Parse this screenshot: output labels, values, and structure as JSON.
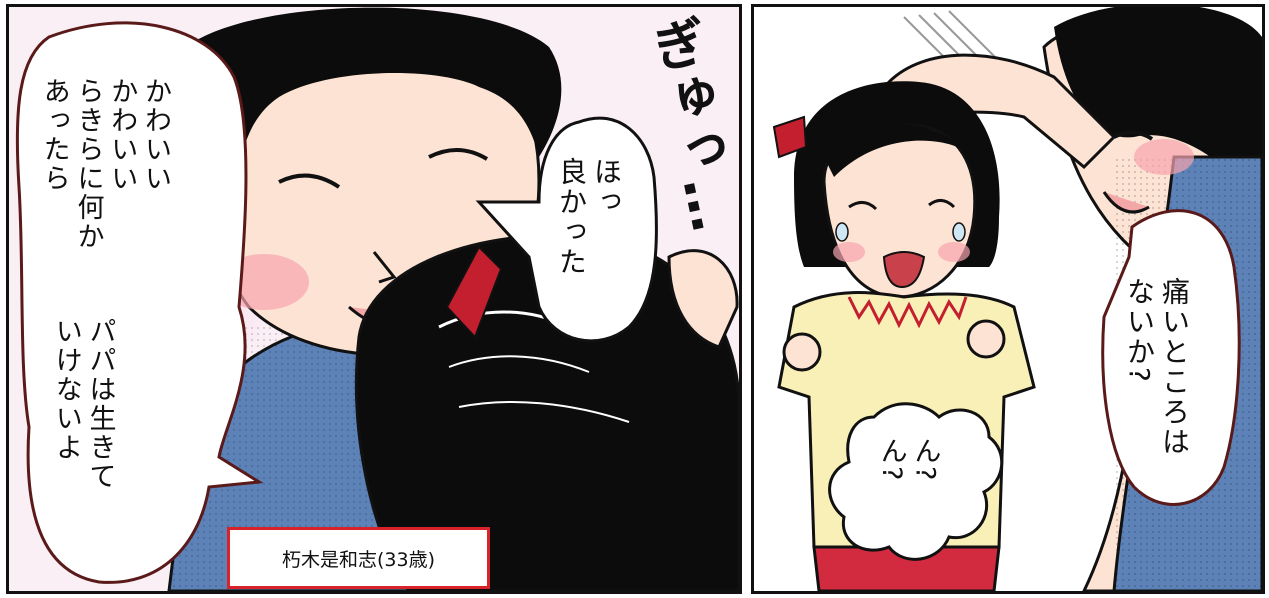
{
  "left_panel": {
    "bubble_main_line1": "かわいい",
    "bubble_main_line2": "かわいい",
    "bubble_main_line3": "らきらに何か",
    "bubble_main_line4": "あったら",
    "bubble_main_line5": "パパは生きて",
    "bubble_main_line6": "いけないよ",
    "bubble_relief_line1": "ほっ",
    "bubble_relief_line2": "良かった",
    "sfx_hug": "ぎゅっ…",
    "caption": "朽木是和志(33歳)"
  },
  "right_panel": {
    "bubble_father_line1": "痛いところは",
    "bubble_father_line2": "ないか?",
    "bubble_child_line1": "ん?",
    "bubble_child_line2": "ん?"
  },
  "colors": {
    "hair": "#0c0c0c",
    "skin": "#fde3d3",
    "shirt_blue": "#5d82b8",
    "girl_dress": "#f9f0b8",
    "girl_pants": "#d22a3f",
    "hair_ribbon": "#c41f2f",
    "caption_border": "#d8232a"
  }
}
